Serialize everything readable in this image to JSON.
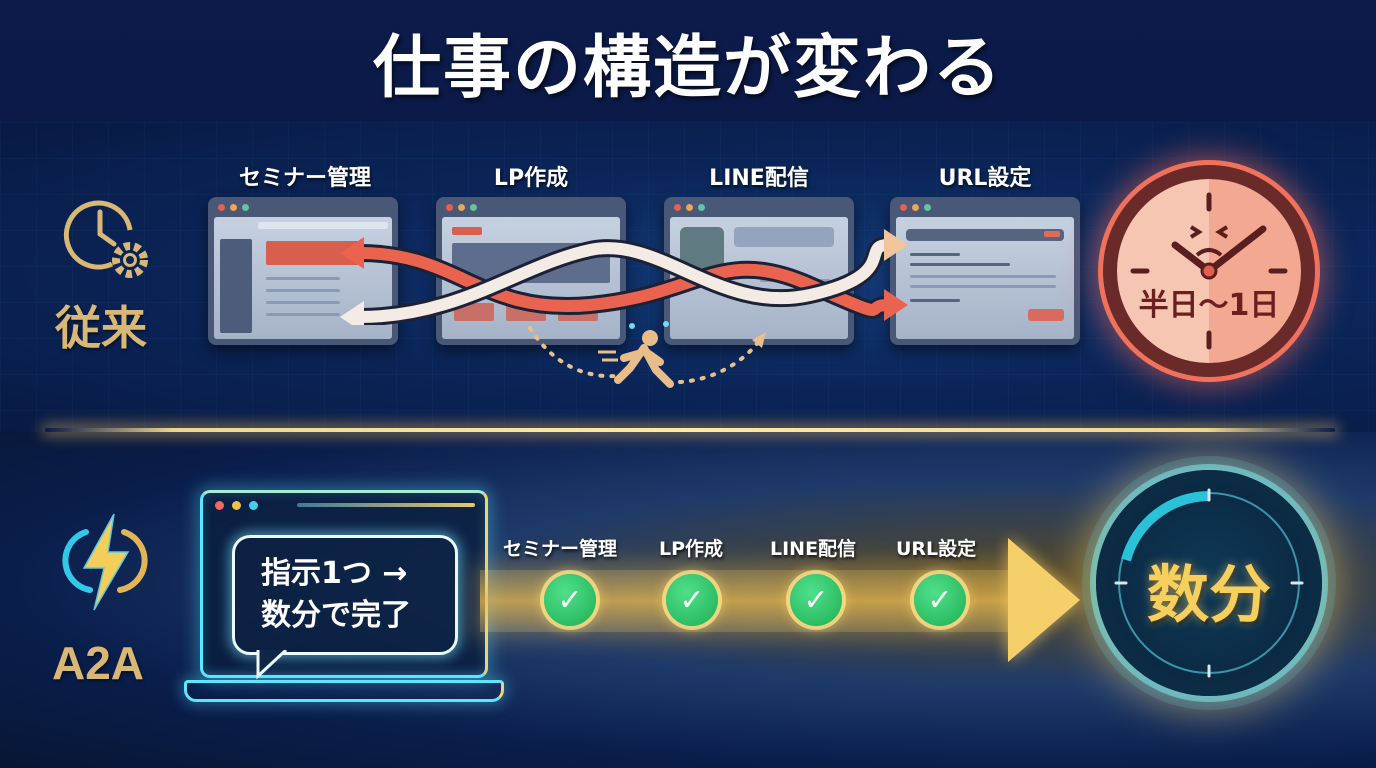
{
  "header": {
    "title": "仕事の構造が変わる"
  },
  "legacy": {
    "label": "従来",
    "icon": "clock-gear-icon",
    "steps": [
      {
        "label": "セミナー管理"
      },
      {
        "label": "LP作成"
      },
      {
        "label": "LINE配信"
      },
      {
        "label": "URL設定"
      }
    ],
    "duration": "半日〜1日",
    "duration_icon": "frowning-clock-icon",
    "colors": {
      "accent": "#f0725c",
      "label": "#d9b775"
    }
  },
  "a2a": {
    "label": "A2A",
    "icon": "lightning-bolt-icon",
    "bubble_lines": [
      "指示1つ →",
      "数分で完了"
    ],
    "steps": [
      {
        "label": "セミナー管理",
        "status": "check"
      },
      {
        "label": "LP作成",
        "status": "check"
      },
      {
        "label": "LINE配信",
        "status": "check"
      },
      {
        "label": "URL設定",
        "status": "check"
      }
    ],
    "check_glyph": "✓",
    "duration": "数分",
    "colors": {
      "accent": "#f5cf6a",
      "check": "#2bc464",
      "glow": "#5ee6ff"
    }
  }
}
